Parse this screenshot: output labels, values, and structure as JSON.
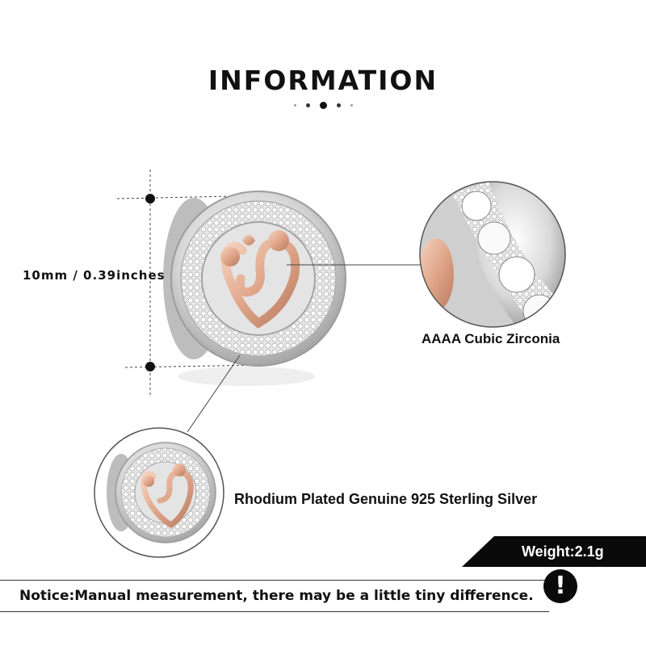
{
  "title": "INFORMATION",
  "dimension_label": "10mm / 0.39inches",
  "zirconia_label": "AAAA Cubic Zirconia",
  "silver_label": "Rhodium Plated Genuine 925 Sterling Silver",
  "weight_label": "Weight:2.1g",
  "notice_text": "Notice:Manual measurement, there may be a little tiny difference.",
  "warning_symbol": "!",
  "colors": {
    "rose_gold": "#e8b49a",
    "silver": "#d6d6d6",
    "dark": "#0a0a0a"
  },
  "icons": [
    "charm-image",
    "zoom-circle",
    "warning-icon"
  ]
}
